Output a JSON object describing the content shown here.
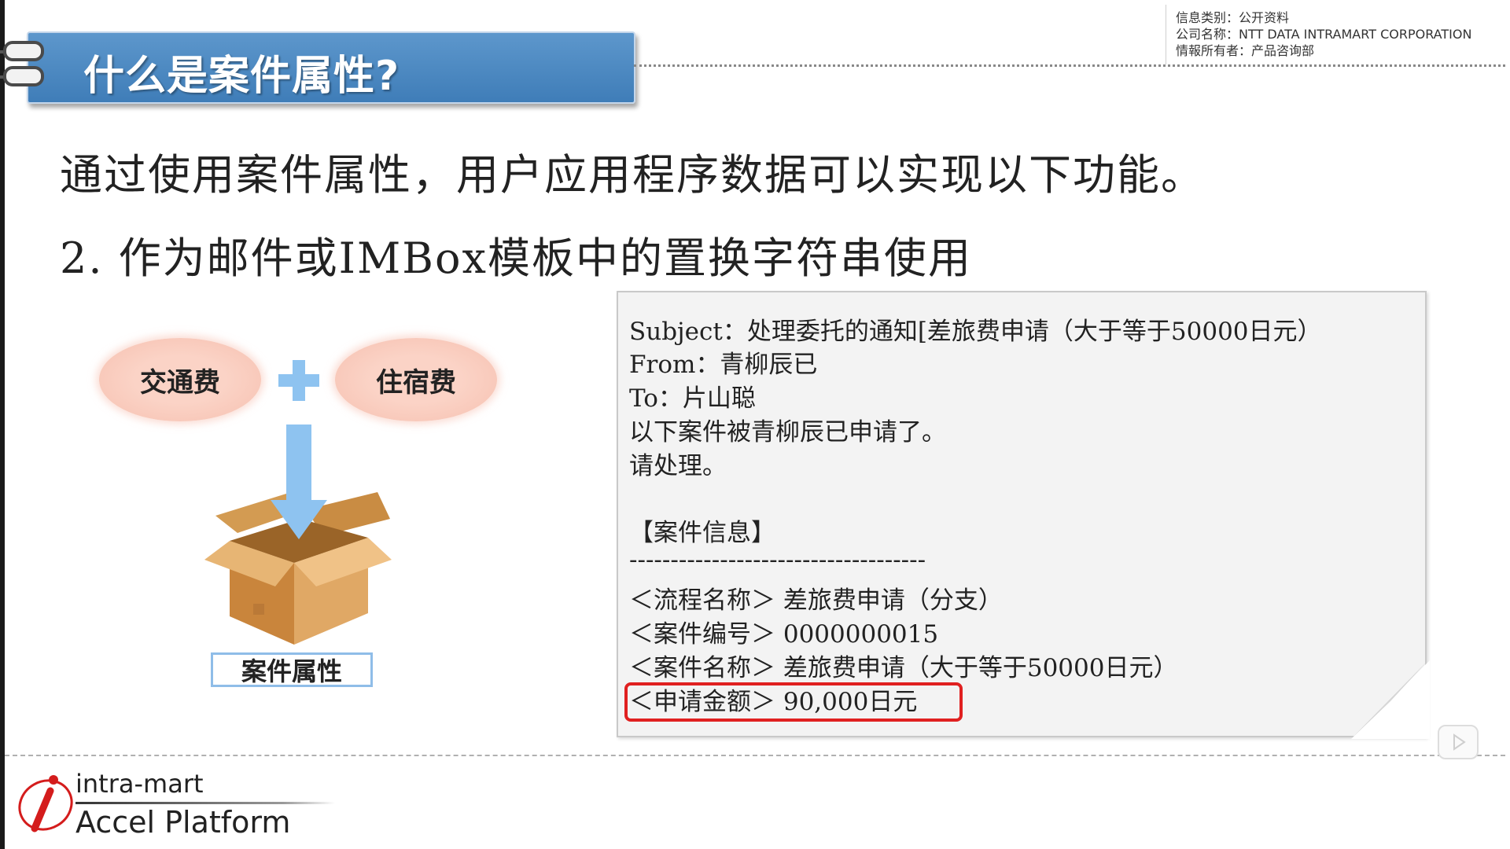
{
  "header": {
    "title": "什么是案件属性?",
    "info": {
      "line1": "信息类别：公开资料",
      "line2": "公司名称：NTT DATA INTRAMART CORPORATION",
      "line3": "情報所有者：产品咨询部"
    }
  },
  "body": {
    "intro": "通过使用案件属性，用户应用程序数据可以实现以下功能。",
    "item2": "2. 作为邮件或IMBox模板中的置换字符串使用"
  },
  "diagram": {
    "pill_left": "交通费",
    "pill_right": "住宿费",
    "box_label": "案件属性"
  },
  "email": {
    "subject": "Subject：处理委托的通知[差旅费申请（大于等于50000日元）",
    "from": "From：青柳辰已",
    "to": "To：片山聪",
    "line_applied": "以下案件被青柳辰已申请了。",
    "line_process": "请处理。",
    "section_title": "【案件信息】",
    "separator": "------------------------------------",
    "flow_name": "＜流程名称＞ 差旅费申请（分支）",
    "case_no": "＜案件编号＞ 0000000015",
    "case_name": "＜案件名称＞ 差旅费申请（大于等于50000日元）",
    "amount": "＜申请金额＞ 90,000日元"
  },
  "footer": {
    "logo_top": "intra-mart",
    "logo_bottom": "Accel Platform"
  },
  "icons": {
    "plus": "plus-icon",
    "arrow": "arrow-down-icon",
    "box": "cardboard-box-icon",
    "play": "play-icon"
  },
  "colors": {
    "banner": "#4a8ac4",
    "pill": "#f9c8b8",
    "plus": "#8ec3f0",
    "highlight": "#e02020"
  }
}
